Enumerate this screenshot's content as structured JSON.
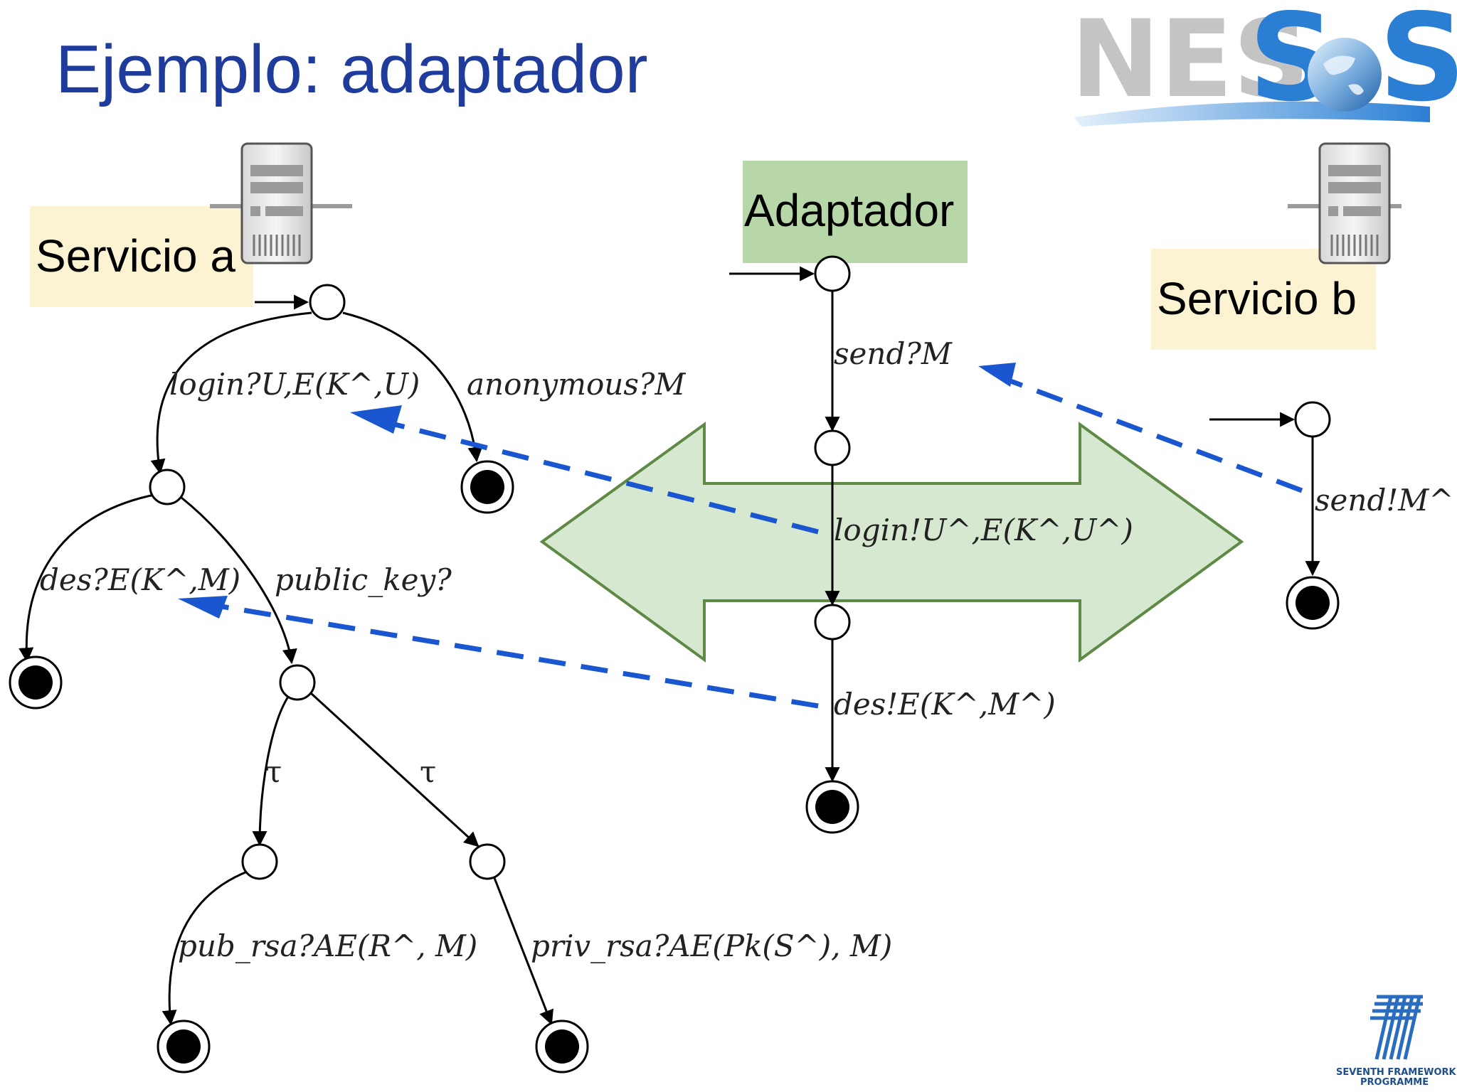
{
  "slide": {
    "title": "Ejemplo: adaptador"
  },
  "logo": {
    "text_left": "NES",
    "text_right": "S",
    "text_right2": "S"
  },
  "footer_logo": {
    "line1": "SEVENTH FRAMEWORK",
    "line2": "PROGRAMME"
  },
  "boxes": {
    "servicio_a": "Servicio a",
    "adaptador": "Adaptador",
    "servicio_b": "Servicio b"
  },
  "edges": {
    "login": "login?U,E(K^,U)",
    "anonymous": "anonymous?M",
    "des": "des?E(K^,M)",
    "public_key": "public_key?",
    "tau_left": "τ",
    "tau_right": "τ",
    "pub_rsa": "pub_rsa?AE(R^, M)",
    "priv_rsa": "priv_rsa?AE(Pk(S^), M)",
    "send_in": "send?M",
    "login_out": "login!U^,E(K^,U^)",
    "des_out": "des!E(K^,M^)",
    "send_out": "send!M^"
  },
  "colors": {
    "title": "#1f3c9c",
    "box_service": "#fcf3d2",
    "box_adapter": "#b7d7a8",
    "big_arrow_fill": "#d6e8cf",
    "big_arrow_stroke": "#5f8a45",
    "dashed_arrow": "#1a56d0"
  },
  "icons": [
    "server-icon",
    "globe-icon",
    "fp7-logo-icon"
  ]
}
